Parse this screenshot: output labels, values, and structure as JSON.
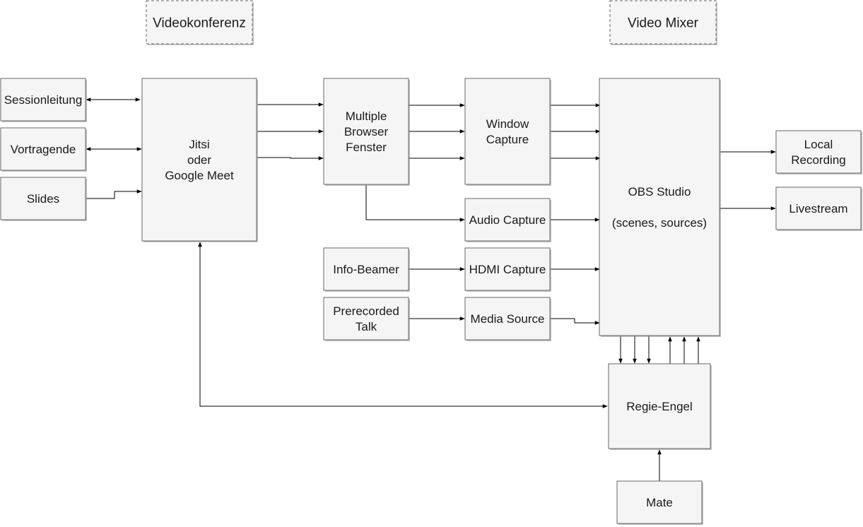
{
  "headers": {
    "videokonferenz": "Videokonferenz",
    "video_mixer": "Video Mixer"
  },
  "nodes": {
    "sessionleitung": [
      "Sessionleitung"
    ],
    "vortragende": [
      "Vortragende"
    ],
    "slides": [
      "Slides"
    ],
    "jitsi": [
      "Jitsi",
      "oder",
      "Google Meet"
    ],
    "multiple_browser": [
      "Multiple",
      "Browser",
      "Fenster"
    ],
    "window_capture": [
      "Window",
      "Capture"
    ],
    "audio_capture": [
      "Audio Capture"
    ],
    "info_beamer": [
      "Info-Beamer"
    ],
    "hdmi_capture": [
      "HDMI Capture"
    ],
    "prerecorded_talk": [
      "Prerecorded",
      "Talk"
    ],
    "media_source": [
      "Media Source"
    ],
    "obs_studio": [
      "OBS Studio",
      "",
      "(scenes, sources)"
    ],
    "local_recording": [
      "Local",
      "Recording"
    ],
    "livestream": [
      "Livestream"
    ],
    "regie_engel": [
      "Regie-Engel"
    ],
    "mate": [
      "Mate"
    ]
  },
  "colors": {
    "box_fill": "#f5f5f5",
    "box_stroke": "#666666",
    "edge": "#000000"
  }
}
